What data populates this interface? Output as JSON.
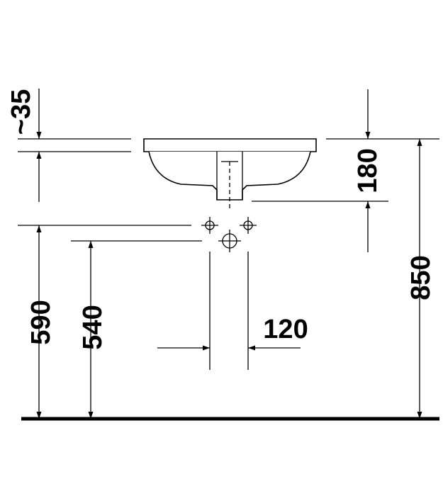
{
  "drawing": {
    "subject": "washbasin installation dimensions",
    "dimensions": {
      "top_gap": "~35",
      "basin_depth": "180",
      "total_height": "850",
      "supply_height": "590",
      "drain_height": "540",
      "supply_spacing": "120"
    }
  }
}
